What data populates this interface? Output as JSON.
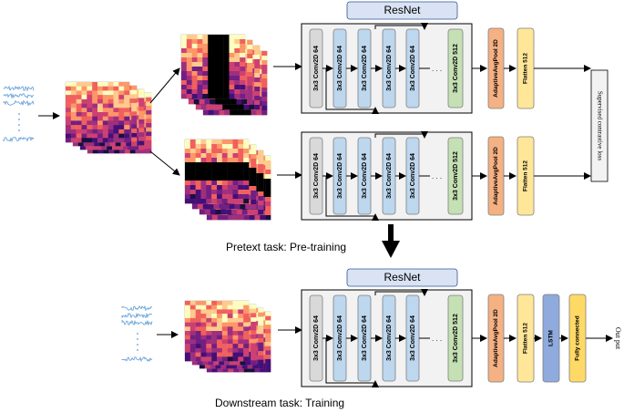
{
  "resnet_label": "ResNet",
  "conv_first": "3x3 Conv2D 64",
  "conv_block": "3x3 Conv2D 64",
  "conv_last": "3x3 Conv2D 512",
  "ellipsis": ". . .",
  "pool": "AdaptiveAvgPool 2D",
  "flatten": "Flatten 512",
  "lstm": "LSTM",
  "fc": "Fully connected",
  "loss": "Supervised contrastive loss",
  "output": "Out put",
  "pretext_caption": "Pretext task: Pre-training",
  "downstream_caption": "Downstream task: Training",
  "colors": {
    "conv_first": "#d9d9d9",
    "conv_block": "#bdd7ee",
    "conv_last": "#c5e0b4",
    "pool": "#f4b183",
    "flatten": "#ffe699",
    "lstm": "#8faadc",
    "fc": "#ffd966",
    "resnet_title_bg": "#dae3f3",
    "panel": "#f2f2f2",
    "waveform": "#5b9bd5"
  }
}
